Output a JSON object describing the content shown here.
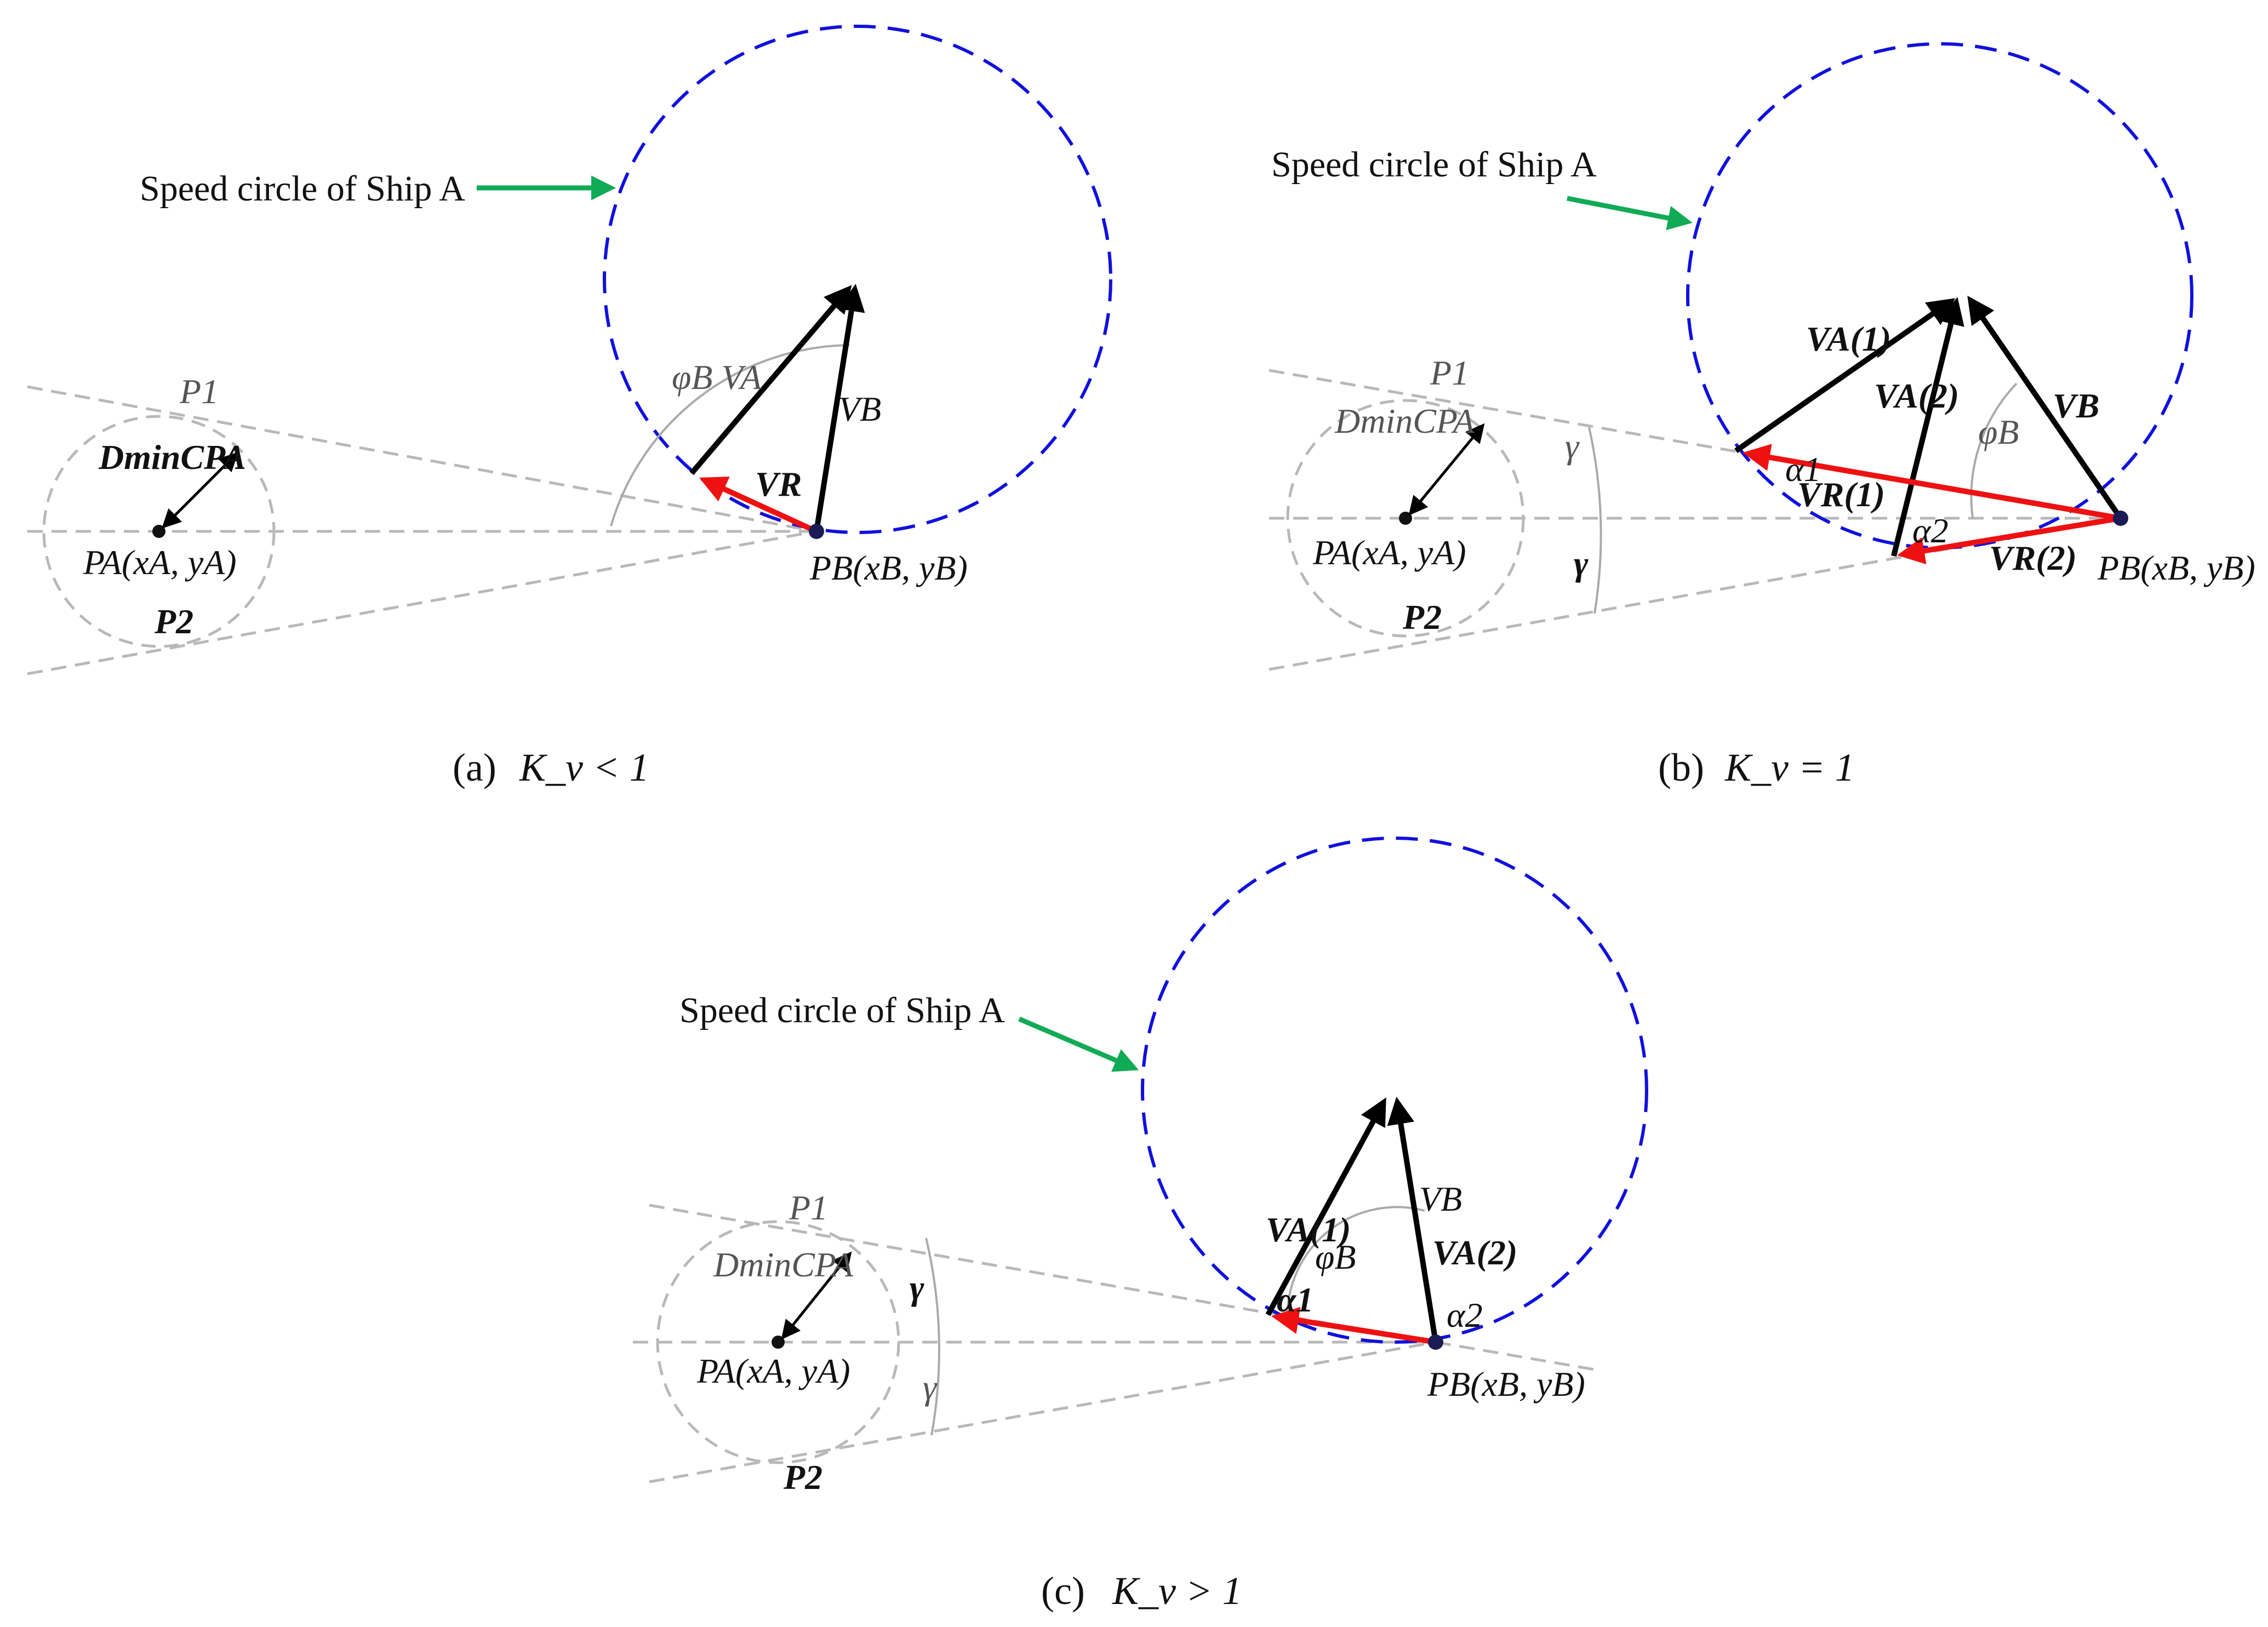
{
  "colors": {
    "speed_circle": "#1010dd",
    "relative_velocity": "#ee1111",
    "pointer_arrow": "#11aa55",
    "guide_lines": "#b8b8b8",
    "vectors": "#000000"
  },
  "panels": [
    {
      "id": "a",
      "caption_letter": "(a)",
      "caption_condition": "K_v < 1",
      "speed_circle_label": "Speed circle of Ship A",
      "labels": {
        "p1": "P1",
        "p2": "P2",
        "d_min": "DminCPA",
        "pa": "PA(xA, yA)",
        "pb": "PB(xB, yB)",
        "vb": "VB",
        "vr": "VR",
        "angle": "φB VA"
      }
    },
    {
      "id": "b",
      "caption_letter": "(b)",
      "caption_condition": "K_v = 1",
      "speed_circle_label": "Speed circle of Ship A",
      "labels": {
        "p1": "P1",
        "p2": "P2",
        "d_min": "DminCPA",
        "pa": "PA(xA, yA)",
        "pb": "PB(xB, yB)",
        "vb": "VB",
        "va1": "VA(1)",
        "va2": "VA(2)",
        "vr1": "VR(1)",
        "vr2": "VR(2)",
        "alpha1": "α1",
        "alpha2": "α2",
        "phi": "φB",
        "gamma": "γ",
        "gamma_small": "γ"
      }
    },
    {
      "id": "c",
      "caption_letter": "(c)",
      "caption_condition": "K_v > 1",
      "speed_circle_label": "Speed circle of Ship A",
      "labels": {
        "p1": "P1",
        "p2": "P2",
        "d_min": "DminCPA",
        "pa": "PA(xA, yA)",
        "pb": "PB(xB, yB)",
        "vb": "VB",
        "va1": "VA(1)",
        "va2": "VA(2)",
        "alpha1": "α1",
        "alpha2": "α2",
        "phi": "φB",
        "gamma": "γ",
        "gamma_small": "γ"
      }
    }
  ]
}
